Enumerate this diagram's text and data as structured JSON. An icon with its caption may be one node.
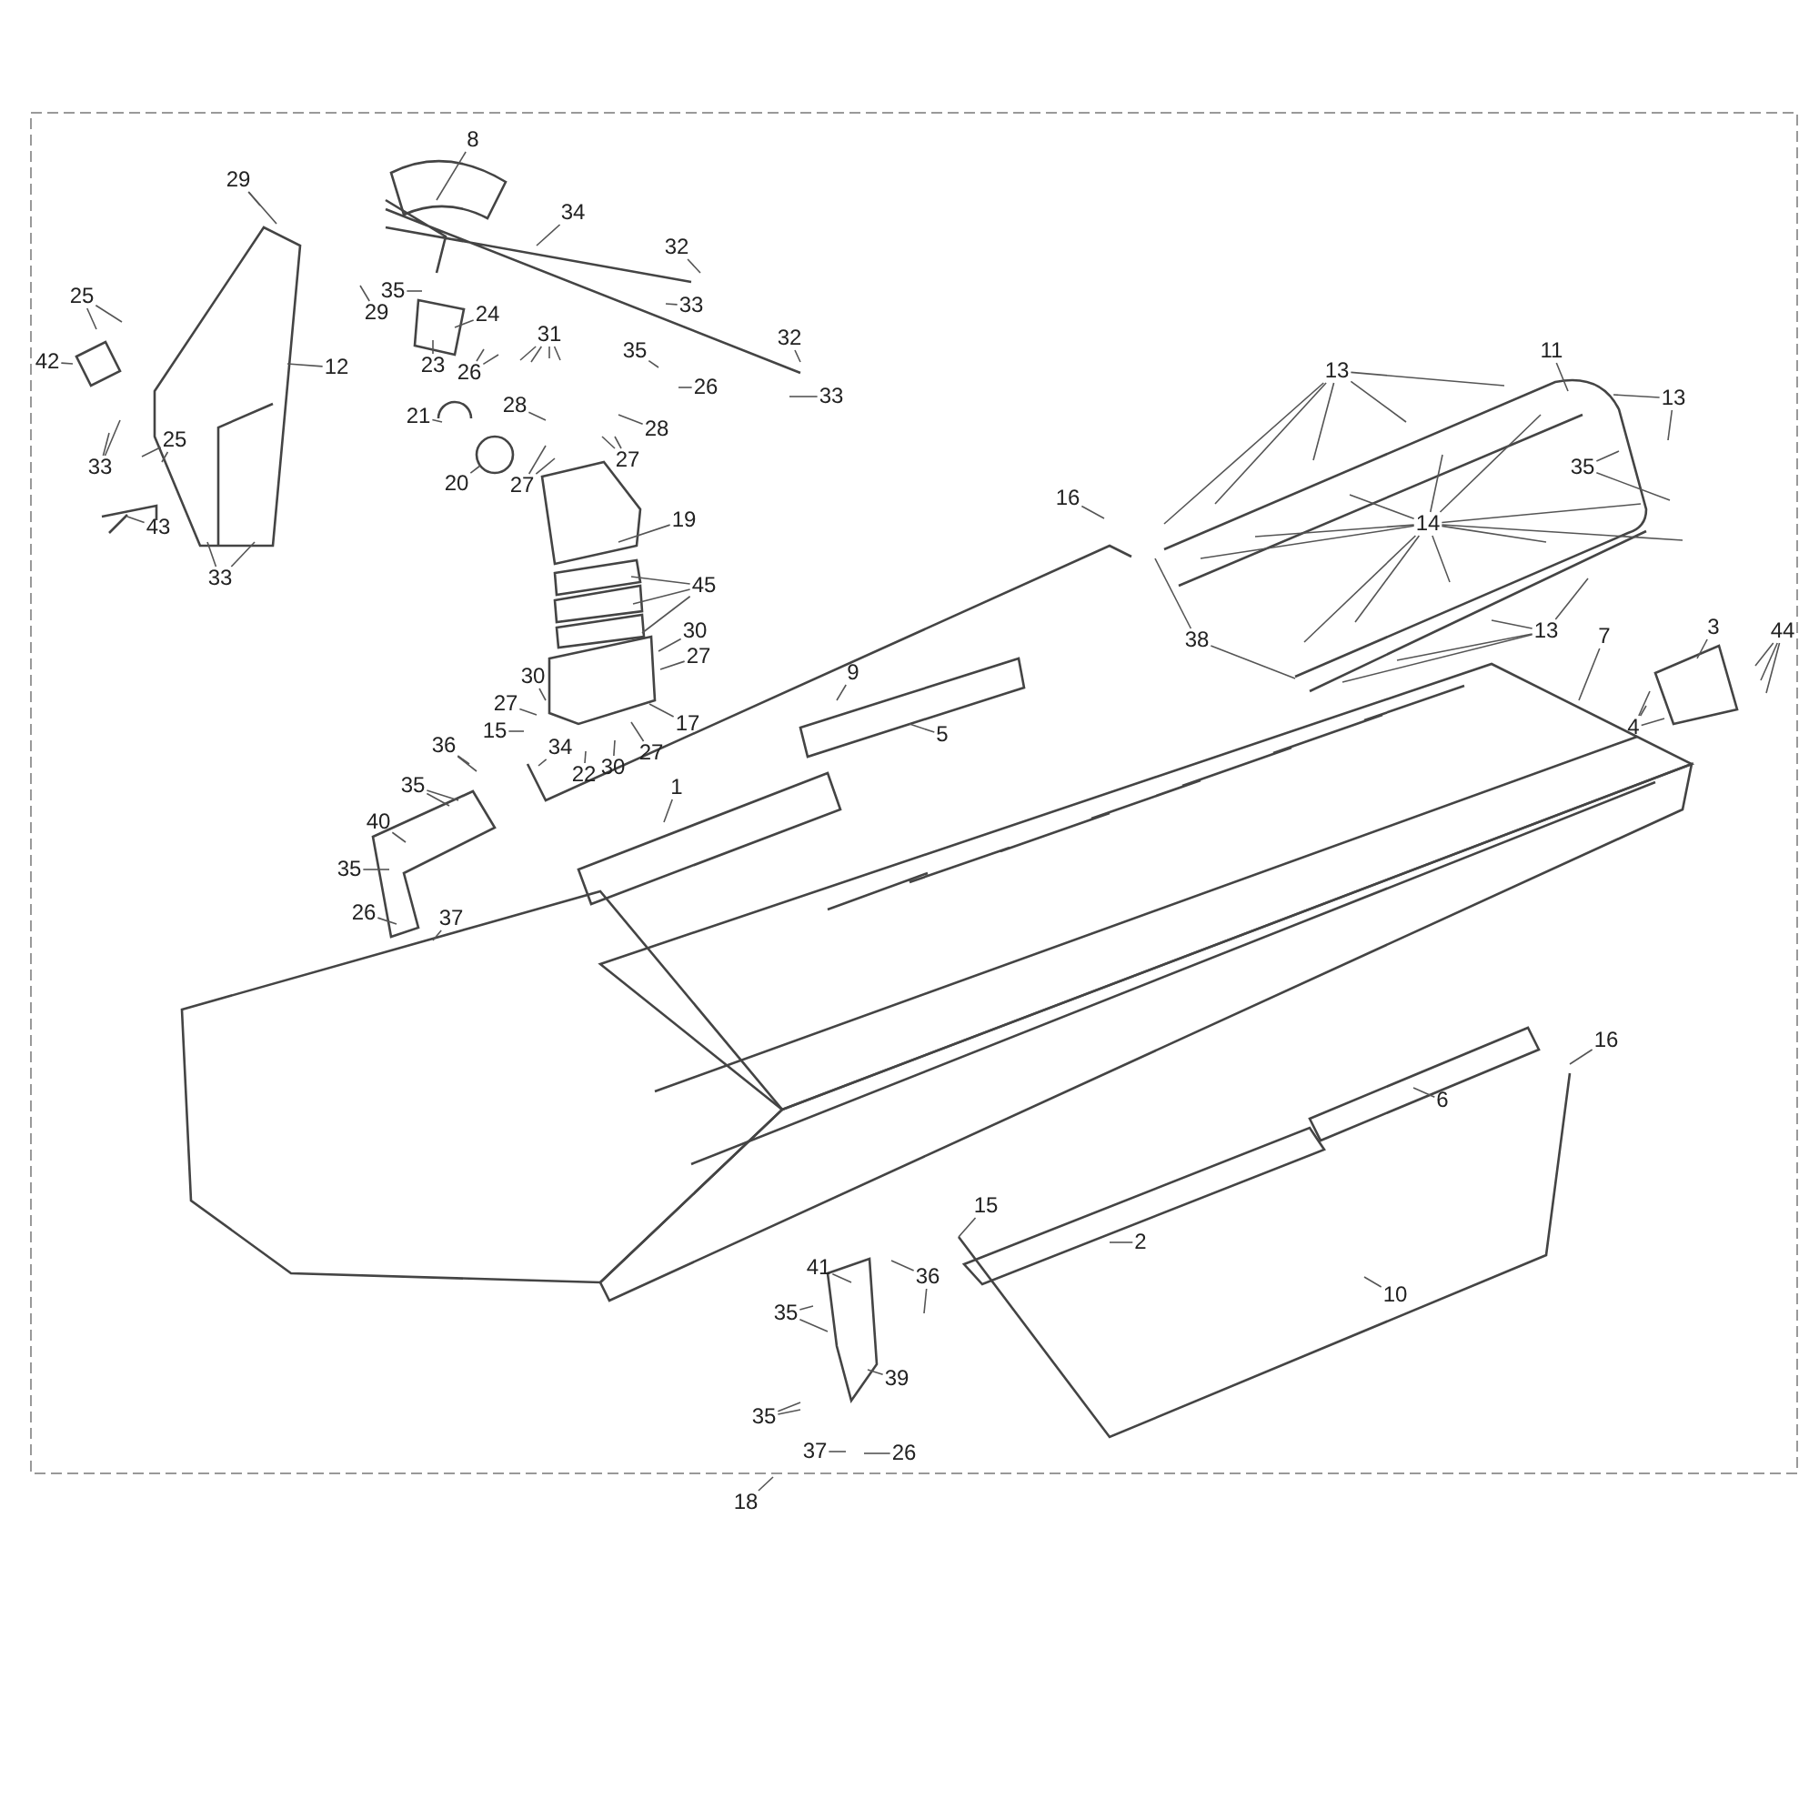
{
  "diagram": {
    "nodes": [
      {
        "text": [
          "8"
        ]
      },
      {
        "text": [
          "29"
        ]
      },
      {
        "text": [
          "34"
        ]
      },
      {
        "text": [
          "32"
        ]
      },
      {
        "text": [
          "29"
        ]
      },
      {
        "text": [
          "35"
        ]
      },
      {
        "text": [
          "33"
        ]
      },
      {
        "text": [
          "25"
        ]
      },
      {
        "text": [
          "24"
        ]
      },
      {
        "text": [
          "31"
        ]
      },
      {
        "text": [
          "32"
        ]
      },
      {
        "text": [
          "35"
        ]
      },
      {
        "text": [
          "12"
        ]
      },
      {
        "text": [
          "42"
        ]
      },
      {
        "text": [
          "23"
        ]
      },
      {
        "text": [
          "26"
        ]
      },
      {
        "text": [
          "26"
        ]
      },
      {
        "text": [
          "33"
        ]
      },
      {
        "text": [
          "28"
        ]
      },
      {
        "text": [
          "21"
        ]
      },
      {
        "text": [
          "28"
        ]
      },
      {
        "text": [
          "25"
        ]
      },
      {
        "text": [
          "27"
        ]
      },
      {
        "text": [
          "33"
        ]
      },
      {
        "text": [
          "20"
        ]
      },
      {
        "text": [
          "27"
        ]
      },
      {
        "text": [
          "16"
        ]
      },
      {
        "text": [
          "19"
        ]
      },
      {
        "text": [
          "43"
        ]
      },
      {
        "text": [
          "33"
        ]
      },
      {
        "text": [
          "11"
        ]
      },
      {
        "text": [
          "13"
        ]
      },
      {
        "text": [
          "13"
        ]
      },
      {
        "text": [
          "35"
        ]
      },
      {
        "text": [
          "14"
        ]
      },
      {
        "text": [
          "45"
        ]
      },
      {
        "text": [
          "13"
        ]
      },
      {
        "text": [
          "30"
        ]
      },
      {
        "text": [
          "7"
        ]
      },
      {
        "text": [
          "3"
        ]
      },
      {
        "text": [
          "44"
        ]
      },
      {
        "text": [
          "38"
        ]
      },
      {
        "text": [
          "27"
        ]
      },
      {
        "text": [
          "9"
        ]
      },
      {
        "text": [
          "30"
        ]
      },
      {
        "text": [
          "27"
        ]
      },
      {
        "text": [
          "17"
        ]
      },
      {
        "text": [
          "4"
        ]
      },
      {
        "text": [
          "15"
        ]
      },
      {
        "text": [
          "5"
        ]
      },
      {
        "text": [
          "34"
        ]
      },
      {
        "text": [
          "36"
        ]
      },
      {
        "text": [
          "30"
        ]
      },
      {
        "text": [
          "22"
        ]
      },
      {
        "text": [
          "27"
        ]
      },
      {
        "text": [
          "35"
        ]
      },
      {
        "text": [
          "1"
        ]
      },
      {
        "text": [
          "40"
        ]
      },
      {
        "text": [
          "35"
        ]
      },
      {
        "text": [
          "26"
        ]
      },
      {
        "text": [
          "37"
        ]
      },
      {
        "text": [
          "16"
        ]
      },
      {
        "text": [
          "6"
        ]
      },
      {
        "text": [
          "15"
        ]
      },
      {
        "text": [
          "2"
        ]
      },
      {
        "text": [
          "41"
        ]
      },
      {
        "text": [
          "36"
        ]
      },
      {
        "text": [
          "10"
        ]
      },
      {
        "text": [
          "35"
        ]
      },
      {
        "text": [
          "39"
        ]
      },
      {
        "text": [
          "35"
        ]
      },
      {
        "text": [
          "37"
        ]
      },
      {
        "text": [
          "26"
        ]
      },
      {
        "text": [
          "18"
        ]
      }
    ],
    "edges": [
      {
        "from": 0,
        "to": null,
        "arrow": "none"
      },
      {
        "from": 1,
        "to": null,
        "arrow": "none"
      },
      {
        "from": 1,
        "to": null,
        "arrow": "none"
      },
      {
        "from": 2,
        "to": null,
        "arrow": "none"
      },
      {
        "from": 3,
        "to": null,
        "arrow": "none"
      },
      {
        "from": 4,
        "to": null,
        "arrow": "none"
      },
      {
        "from": 5,
        "to": null,
        "arrow": "none"
      },
      {
        "from": 6,
        "to": null,
        "arrow": "none"
      },
      {
        "from": 7,
        "to": null,
        "arrow": "none"
      },
      {
        "from": 7,
        "to": null,
        "arrow": "none"
      },
      {
        "from": 8,
        "to": null,
        "arrow": "none"
      },
      {
        "from": 9,
        "to": null,
        "arrow": "none"
      },
      {
        "from": 9,
        "to": null,
        "arrow": "none"
      },
      {
        "from": 9,
        "to": null,
        "arrow": "none"
      },
      {
        "from": 9,
        "to": null,
        "arrow": "none"
      },
      {
        "from": 10,
        "to": null,
        "arrow": "none"
      },
      {
        "from": 11,
        "to": null,
        "arrow": "none"
      },
      {
        "from": 12,
        "to": null,
        "arrow": "none"
      },
      {
        "from": 13,
        "to": null,
        "arrow": "none"
      },
      {
        "from": 14,
        "to": null,
        "arrow": "none"
      },
      {
        "from": 15,
        "to": null,
        "arrow": "none"
      },
      {
        "from": 15,
        "to": null,
        "arrow": "none"
      },
      {
        "from": 16,
        "to": null,
        "arrow": "none"
      },
      {
        "from": 17,
        "to": null,
        "arrow": "none"
      },
      {
        "from": 18,
        "to": null,
        "arrow": "none"
      },
      {
        "from": 19,
        "to": null,
        "arrow": "none"
      },
      {
        "from": 20,
        "to": null,
        "arrow": "none"
      },
      {
        "from": 21,
        "to": null,
        "arrow": "none"
      },
      {
        "from": 21,
        "to": null,
        "arrow": "none"
      },
      {
        "from": 22,
        "to": null,
        "arrow": "none"
      },
      {
        "from": 22,
        "to": null,
        "arrow": "none"
      },
      {
        "from": 23,
        "to": null,
        "arrow": "none"
      },
      {
        "from": 23,
        "to": null,
        "arrow": "none"
      },
      {
        "from": 24,
        "to": null,
        "arrow": "none"
      },
      {
        "from": 25,
        "to": null,
        "arrow": "none"
      },
      {
        "from": 25,
        "to": null,
        "arrow": "none"
      },
      {
        "from": 26,
        "to": null,
        "arrow": "none"
      },
      {
        "from": 27,
        "to": null,
        "arrow": "none"
      },
      {
        "from": 28,
        "to": null,
        "arrow": "none"
      },
      {
        "from": 29,
        "to": null,
        "arrow": "none"
      },
      {
        "from": 29,
        "to": null,
        "arrow": "none"
      },
      {
        "from": 30,
        "to": null,
        "arrow": "none"
      },
      {
        "from": 31,
        "to": null,
        "arrow": "none"
      },
      {
        "from": 31,
        "to": null,
        "arrow": "none"
      },
      {
        "from": 31,
        "to": null,
        "arrow": "none"
      },
      {
        "from": 31,
        "to": null,
        "arrow": "none"
      },
      {
        "from": 31,
        "to": null,
        "arrow": "none"
      },
      {
        "from": 32,
        "to": null,
        "arrow": "none"
      },
      {
        "from": 32,
        "to": null,
        "arrow": "none"
      },
      {
        "from": 33,
        "to": null,
        "arrow": "none"
      },
      {
        "from": 33,
        "to": null,
        "arrow": "none"
      },
      {
        "from": 34,
        "to": null,
        "arrow": "none"
      },
      {
        "from": 34,
        "to": null,
        "arrow": "none"
      },
      {
        "from": 34,
        "to": null,
        "arrow": "none"
      },
      {
        "from": 34,
        "to": null,
        "arrow": "none"
      },
      {
        "from": 34,
        "to": null,
        "arrow": "none"
      },
      {
        "from": 34,
        "to": null,
        "arrow": "none"
      },
      {
        "from": 34,
        "to": null,
        "arrow": "none"
      },
      {
        "from": 34,
        "to": null,
        "arrow": "none"
      },
      {
        "from": 34,
        "to": null,
        "arrow": "none"
      },
      {
        "from": 34,
        "to": null,
        "arrow": "none"
      },
      {
        "from": 34,
        "to": null,
        "arrow": "none"
      },
      {
        "from": 35,
        "to": null,
        "arrow": "none"
      },
      {
        "from": 35,
        "to": null,
        "arrow": "none"
      },
      {
        "from": 35,
        "to": null,
        "arrow": "none"
      },
      {
        "from": 36,
        "to": null,
        "arrow": "none"
      },
      {
        "from": 36,
        "to": null,
        "arrow": "none"
      },
      {
        "from": 36,
        "to": null,
        "arrow": "none"
      },
      {
        "from": 36,
        "to": null,
        "arrow": "none"
      },
      {
        "from": 37,
        "to": null,
        "arrow": "none"
      },
      {
        "from": 38,
        "to": null,
        "arrow": "none"
      },
      {
        "from": 39,
        "to": null,
        "arrow": "none"
      },
      {
        "from": 40,
        "to": null,
        "arrow": "none"
      },
      {
        "from": 40,
        "to": null,
        "arrow": "none"
      },
      {
        "from": 40,
        "to": null,
        "arrow": "none"
      },
      {
        "from": 41,
        "to": null,
        "arrow": "none"
      },
      {
        "from": 41,
        "to": null,
        "arrow": "none"
      },
      {
        "from": 42,
        "to": null,
        "arrow": "none"
      },
      {
        "from": 43,
        "to": null,
        "arrow": "none"
      },
      {
        "from": 44,
        "to": null,
        "arrow": "none"
      },
      {
        "from": 45,
        "to": null,
        "arrow": "none"
      },
      {
        "from": 46,
        "to": null,
        "arrow": "none"
      },
      {
        "from": 47,
        "to": null,
        "arrow": "none"
      },
      {
        "from": 47,
        "to": null,
        "arrow": "none"
      },
      {
        "from": 47,
        "to": null,
        "arrow": "none"
      },
      {
        "from": 48,
        "to": null,
        "arrow": "none"
      },
      {
        "from": 49,
        "to": null,
        "arrow": "none"
      },
      {
        "from": 50,
        "to": null,
        "arrow": "none"
      },
      {
        "from": 51,
        "to": null,
        "arrow": "none"
      },
      {
        "from": 51,
        "to": null,
        "arrow": "none"
      },
      {
        "from": 52,
        "to": null,
        "arrow": "none"
      },
      {
        "from": 53,
        "to": null,
        "arrow": "none"
      },
      {
        "from": 54,
        "to": null,
        "arrow": "none"
      },
      {
        "from": 55,
        "to": null,
        "arrow": "none"
      },
      {
        "from": 55,
        "to": null,
        "arrow": "none"
      },
      {
        "from": 56,
        "to": null,
        "arrow": "none"
      },
      {
        "from": 57,
        "to": null,
        "arrow": "none"
      },
      {
        "from": 58,
        "to": null,
        "arrow": "none"
      },
      {
        "from": 59,
        "to": null,
        "arrow": "none"
      },
      {
        "from": 60,
        "to": null,
        "arrow": "none"
      },
      {
        "from": 61,
        "to": null,
        "arrow": "none"
      },
      {
        "from": 62,
        "to": null,
        "arrow": "none"
      },
      {
        "from": 63,
        "to": null,
        "arrow": "none"
      },
      {
        "from": 64,
        "to": null,
        "arrow": "none"
      },
      {
        "from": 65,
        "to": null,
        "arrow": "none"
      },
      {
        "from": 66,
        "to": null,
        "arrow": "none"
      },
      {
        "from": 66,
        "to": null,
        "arrow": "none"
      },
      {
        "from": 67,
        "to": null,
        "arrow": "none"
      },
      {
        "from": 68,
        "to": null,
        "arrow": "none"
      },
      {
        "from": 68,
        "to": null,
        "arrow": "none"
      },
      {
        "from": 69,
        "to": null,
        "arrow": "none"
      },
      {
        "from": 70,
        "to": null,
        "arrow": "none"
      },
      {
        "from": 70,
        "to": null,
        "arrow": "none"
      },
      {
        "from": 71,
        "to": null,
        "arrow": "none"
      },
      {
        "from": 72,
        "to": null,
        "arrow": "none"
      },
      {
        "from": 73,
        "to": null,
        "arrow": "none"
      }
    ]
  }
}
